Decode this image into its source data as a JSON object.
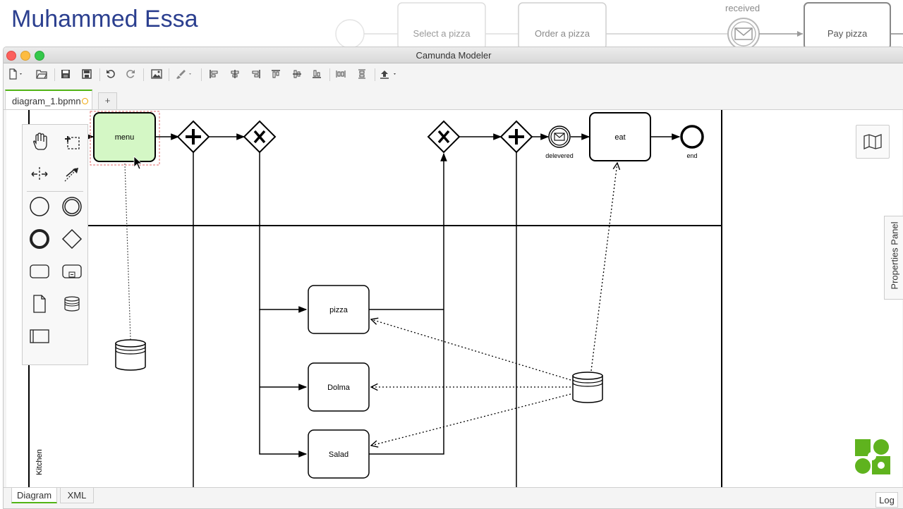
{
  "slide": {
    "presenter_name": "Muhammed Essa",
    "bg_tasks": [
      "Select a pizza",
      "Order a pizza"
    ],
    "bg_event_label": "received",
    "bg_pay_label": "Pay pizza"
  },
  "window": {
    "title": "Camunda Modeler"
  },
  "toolbar": {
    "icons": [
      "new-file-icon",
      "open-folder-icon",
      "save-icon",
      "save-as-icon",
      "undo-icon",
      "redo-icon",
      "export-image-icon",
      "color-brush-icon",
      "align-left-icon",
      "align-center-icon",
      "align-right-icon",
      "align-top-icon",
      "align-middle-icon",
      "align-bottom-icon",
      "distribute-horizontal-icon",
      "distribute-vertical-icon",
      "deploy-icon"
    ]
  },
  "tabs": {
    "file_tab_label": "diagram_1.bpmn",
    "add_tab_label": "+"
  },
  "palette": {
    "tools": [
      "hand-tool-icon",
      "lasso-tool-icon",
      "space-tool-icon",
      "connect-tool-icon"
    ],
    "elements": [
      "start-event-icon",
      "intermediate-event-icon",
      "end-event-icon",
      "gateway-icon",
      "task-icon",
      "subprocess-icon",
      "data-object-icon",
      "data-store-icon",
      "pool-icon"
    ]
  },
  "diagram": {
    "tasks": {
      "menu": "menu",
      "eat": "eat",
      "pizza": "pizza",
      "dolma": "Dolma",
      "salad": "Salad"
    },
    "events": {
      "delivered": "delevered",
      "end": "end"
    },
    "lane_label": "Kitchen",
    "colors": {
      "selected_task_fill": "#d4f7c5",
      "selection_outline": "#e36b6b",
      "stroke": "#000000"
    }
  },
  "side": {
    "properties_panel_label": "Properties Panel",
    "minimap_icon": "map-icon",
    "logo_icon": "camunda-logo-icon"
  },
  "bottom": {
    "tab_diagram": "Diagram",
    "tab_xml": "XML",
    "log_label": "Log"
  }
}
